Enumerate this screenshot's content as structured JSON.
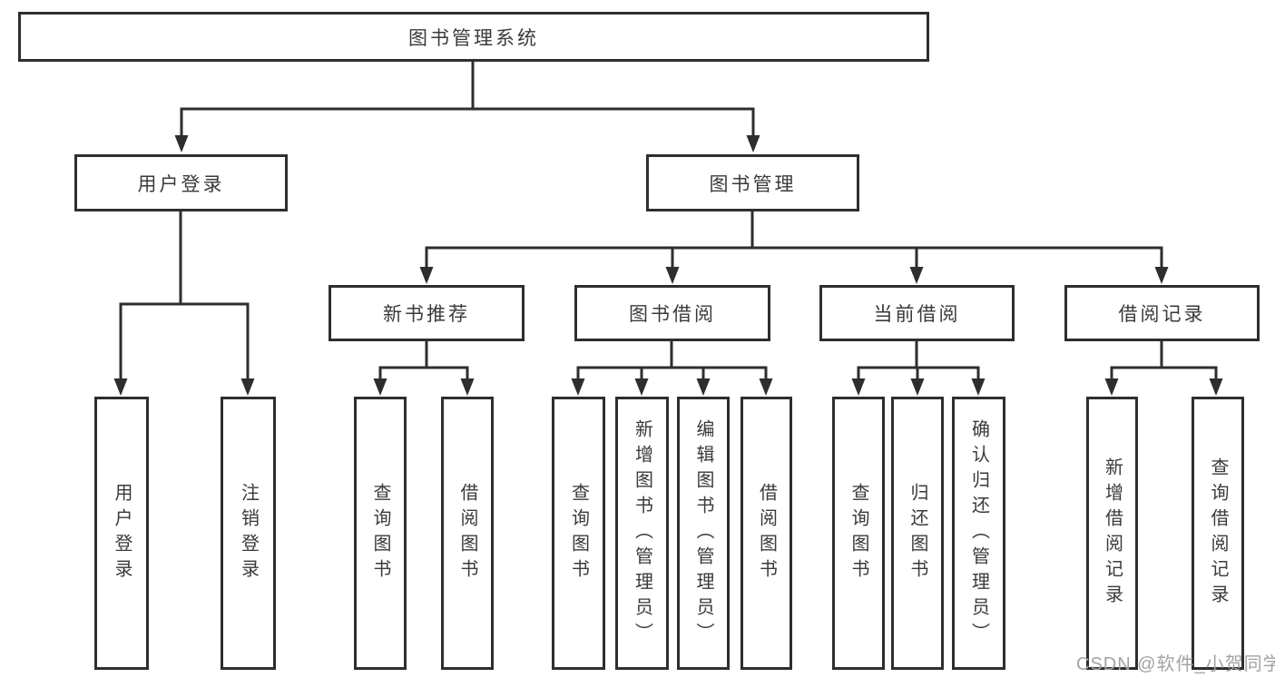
{
  "diagram": {
    "root": {
      "label": "图书管理系统"
    },
    "branches": [
      {
        "label": "用户登录",
        "children": [
          {
            "label": "用户登录"
          },
          {
            "label": "注销登录"
          }
        ]
      },
      {
        "label": "图书管理",
        "children": [
          {
            "label": "新书推荐",
            "children": [
              {
                "label": "查询图书"
              },
              {
                "label": "借阅图书"
              }
            ]
          },
          {
            "label": "图书借阅",
            "children": [
              {
                "label": "查询图书"
              },
              {
                "label": "新增图书（管理员）"
              },
              {
                "label": "编辑图书（管理员）"
              },
              {
                "label": "借阅图书"
              }
            ]
          },
          {
            "label": "当前借阅",
            "children": [
              {
                "label": "查询图书"
              },
              {
                "label": "归还图书"
              },
              {
                "label": "确认归还（管理员）"
              }
            ]
          },
          {
            "label": "借阅记录",
            "children": [
              {
                "label": "新增借阅记录"
              },
              {
                "label": "查询借阅记录"
              }
            ]
          }
        ]
      }
    ]
  },
  "watermark": {
    "text": "CSDN @软件_小贺同学"
  },
  "colors": {
    "line": "#2e2e2e",
    "text": "#3a3a3a",
    "background": "#ffffff",
    "watermark": "#a3a3a3"
  }
}
